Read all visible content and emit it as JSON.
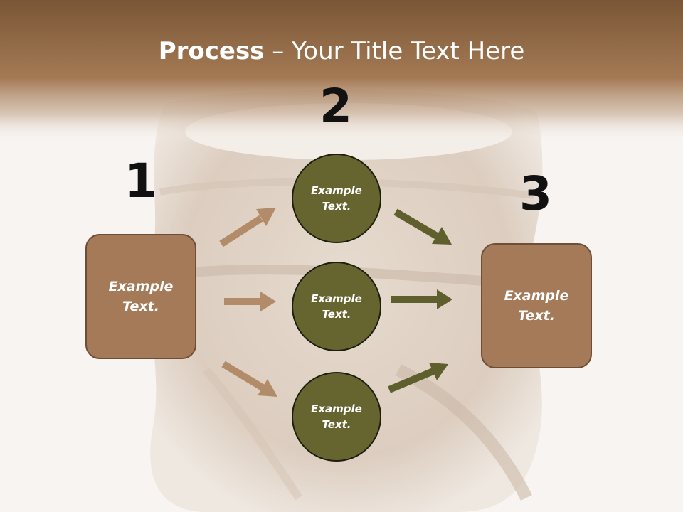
{
  "title": {
    "bold": "Process",
    "rest": " – Your Title Text Here"
  },
  "steps": {
    "one": "1",
    "two": "2",
    "three": "3"
  },
  "left_box": {
    "text": "Example Text."
  },
  "circles": [
    {
      "text": "Example Text."
    },
    {
      "text": "Example Text."
    },
    {
      "text": "Example Text."
    }
  ],
  "right_box": {
    "text": "Example Text."
  },
  "colors": {
    "header_brown": "#9b7150",
    "box_fill": "#a47a58",
    "circle_fill": "#67652f",
    "arrow_left": "#b28b69",
    "arrow_right": "#5f5f2d"
  }
}
